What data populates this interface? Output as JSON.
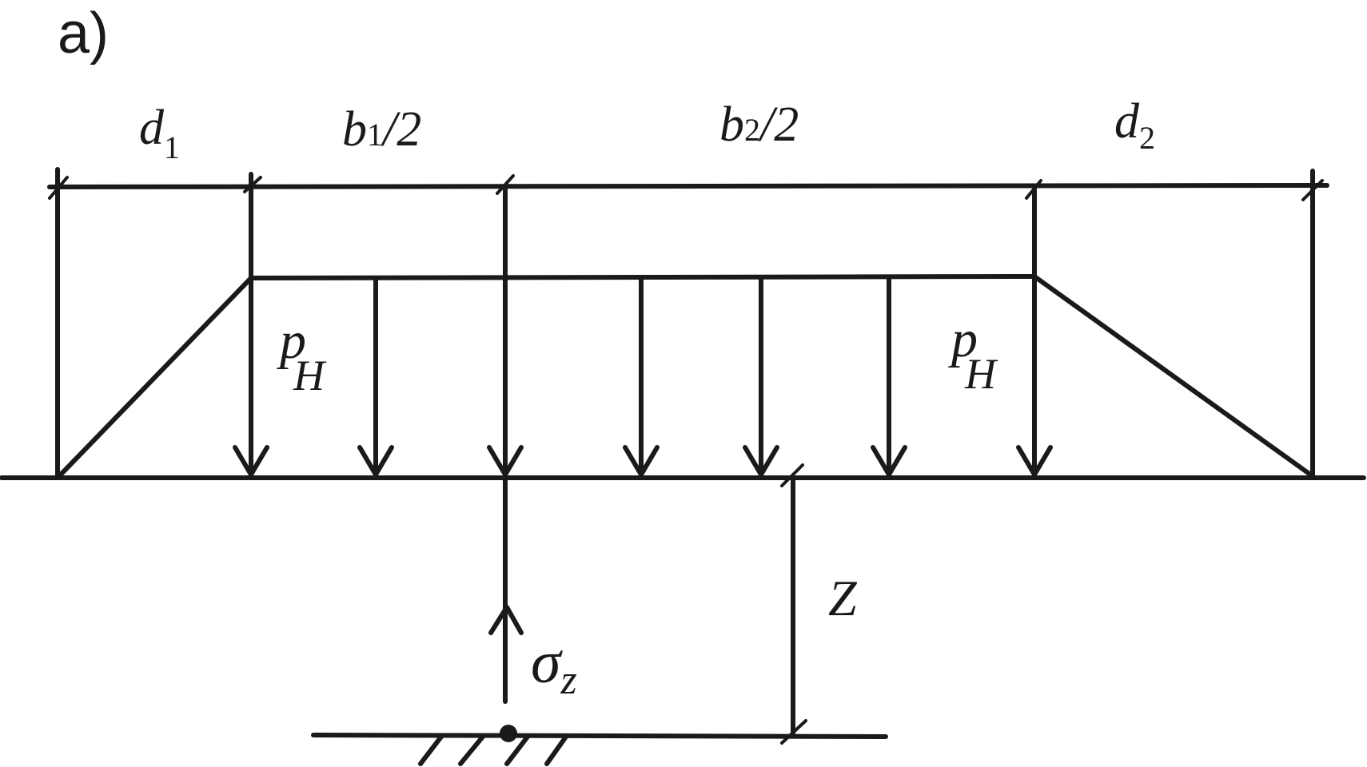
{
  "figure_label": "a)",
  "dimensions": {
    "d1": {
      "symbol": "d",
      "subscript": "1"
    },
    "b1_half": {
      "symbol": "b",
      "subscript": "1",
      "suffix": "/2"
    },
    "b2_half": {
      "symbol": "b",
      "subscript": "2",
      "suffix": "/2"
    },
    "d2": {
      "symbol": "d",
      "subscript": "2"
    }
  },
  "load_left": {
    "symbol": "p",
    "subscript": "H"
  },
  "load_right": {
    "symbol": "p",
    "subscript": "H"
  },
  "depth_label": "Z",
  "stress_label": {
    "symbol": "σ",
    "subscript": "z"
  }
}
